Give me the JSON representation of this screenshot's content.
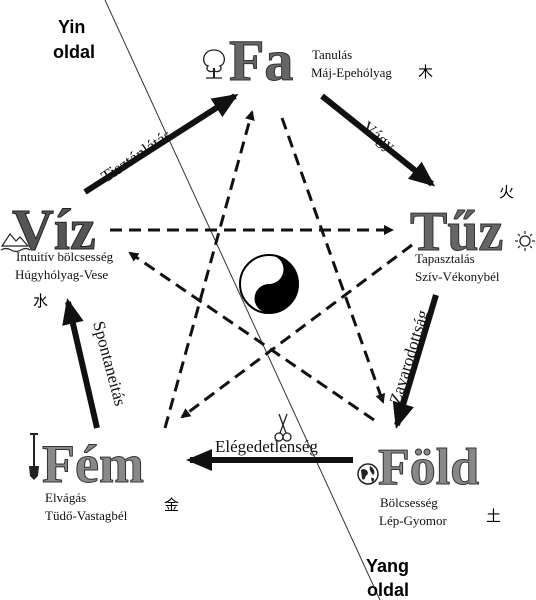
{
  "sides": {
    "yin_line1": "Yin",
    "yin_line2": "oldal",
    "yang_line1": "Yang",
    "yang_line2": "oldal"
  },
  "elements": {
    "fa": {
      "name": "Fa",
      "line1": "Tanulás",
      "line2": "Máj-Epehólyag",
      "glyph": "木"
    },
    "tuz": {
      "name": "Tűz",
      "line1": "Tapasztalás",
      "line2": "Szív-Vékonybél",
      "glyph": "火"
    },
    "fold": {
      "name": "Föld",
      "line1": "Bölcsesség",
      "line2": "Lép-Gyomor",
      "glyph": "土"
    },
    "fem": {
      "name": "Fém",
      "line1": "Elvágás",
      "line2": "Tüdő-Vastagbél",
      "glyph": "金"
    },
    "viz": {
      "name": "Víz",
      "line1": "Intuitív bölcsesség",
      "line2": "Húgyhólyag-Vese",
      "glyph": "水"
    }
  },
  "cycle_labels": {
    "viz_fa": "Tisztánlátás",
    "fa_tuz": "Vágy",
    "tuz_fold": "Zavarodottság",
    "fold_fem": "Elégedetlenség",
    "fem_viz": "Spontaneitás"
  },
  "icons": {
    "center": "yin-yang-icon",
    "fa": "tree-icon",
    "tuz": "sun-icon",
    "fold": "globe-icon",
    "fem": "shovel-icon",
    "viz": "landscape-icon",
    "scissors": "scissors-icon"
  },
  "colors": {
    "ink": "#111111",
    "big_text": "#666666",
    "background": "#ffffff"
  }
}
